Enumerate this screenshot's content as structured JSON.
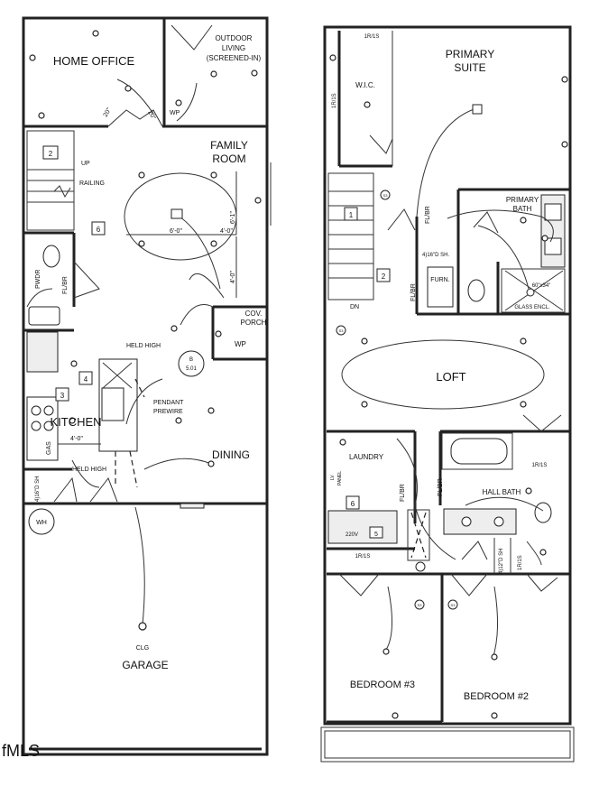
{
  "rooms": {
    "home_office": "HOME OFFICE",
    "outdoor_living": "OUTDOOR",
    "outdoor_living_2": "LIVING",
    "outdoor_living_3": "(SCREENED-IN)",
    "family_room": "FAMILY",
    "family_room_2": "ROOM",
    "cov_porch": "COV.",
    "cov_porch_2": "PORCH",
    "kitchen": "KITCHEN",
    "dining": "DINING",
    "garage": "GARAGE",
    "primary_suite": "PRIMARY",
    "primary_suite_2": "SUITE",
    "wic": "W.I.C.",
    "primary_bath": "PRIMARY",
    "primary_bath_2": "BATH",
    "loft": "LOFT",
    "laundry": "LAUNDRY",
    "hall_bath": "HALL BATH",
    "bedroom3": "BEDROOM #3",
    "bedroom2": "BEDROOM #2",
    "pwdr": "PWDR",
    "furn": "FURN."
  },
  "labels": {
    "up": "UP",
    "railing": "RAILING",
    "dn": "DN",
    "wp1": "WP",
    "wp2": "WP",
    "held_high_top": "HELD HIGH",
    "held_high_bottom": "HELD HIGH",
    "pendant": "PENDANT",
    "pendant_2": "PREWIRE",
    "ref_b": "B",
    "ref_501": "5.01",
    "dim_20a": "20\"",
    "dim_20b": "20\"",
    "dim_60": "6'-0\"",
    "dim_40a": "4'-0\"",
    "dim_61": "6'-1\"",
    "dim_40b": "4'-0\"",
    "dim_40k": "4'-0\"",
    "fl_br_1": "FL/BR",
    "fl_br_2": "FL/BR",
    "fl_br_3": "FL/BR",
    "fl_br_4": "FL/BR",
    "fl_br_5": "FL/BR",
    "gas": "GAS",
    "wh": "WH",
    "clg": "CLG",
    "sh_4x16_a": "4)16\"D SH",
    "sh_4x16_b": "4)16\"D SH.",
    "sh_4x12": "4)12\"D SH",
    "glass_encl": "60\"x34\"",
    "glass_encl_2": "GLASS ENCL.",
    "shelf_1": "1R/1S",
    "shelf_2": "1R/1S",
    "shelf_3": "1R/1S",
    "shelf_4": "1R/1S",
    "shelf_5": "1R/1S",
    "lv_panel": "LV",
    "lv_panel_2": "PANEL",
    "v220": "220V",
    "n2": "2",
    "n3": "3",
    "n4": "4",
    "n5": "5",
    "n6": "6",
    "n6b": "6",
    "n1": "1",
    "n2b": "2",
    "s3a": "S3",
    "s3b": "S3",
    "s3c": "S3",
    "s3d": "S3",
    "watermark": "fMLS"
  }
}
